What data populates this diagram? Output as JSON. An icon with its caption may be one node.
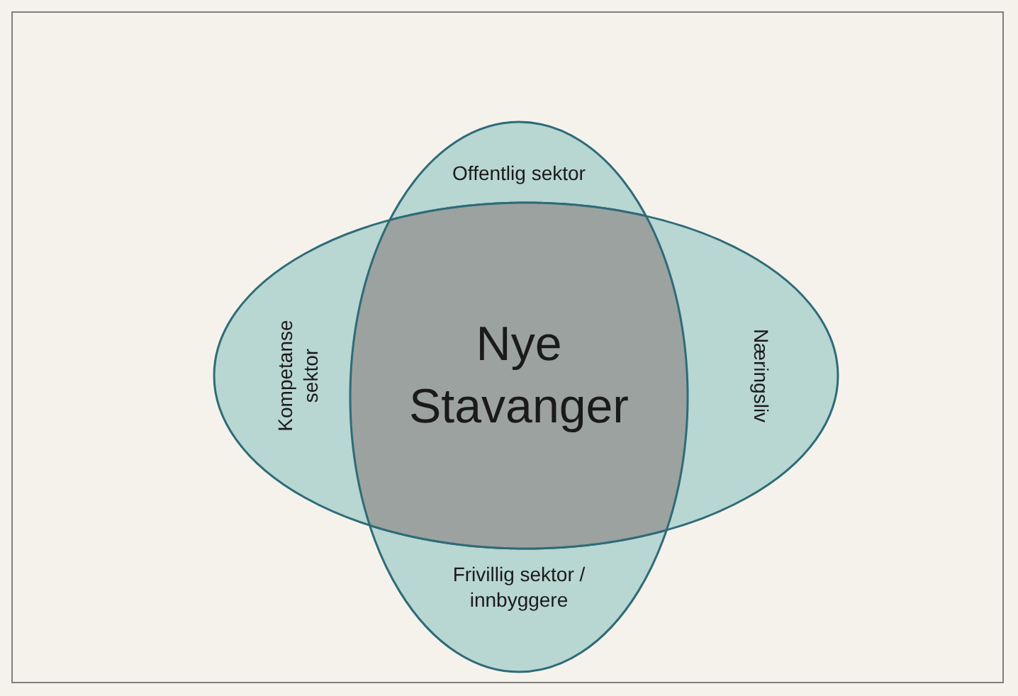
{
  "diagram": {
    "nodes": [
      {
        "text": [
          "Offentlig sektor",
          "Frivillig sektor / innbyggere"
        ]
      },
      {
        "text": [
          "Kompetanse sektor",
          "Næringsliv"
        ]
      },
      {
        "text": [
          "Nye Stavanger"
        ]
      }
    ],
    "edges": []
  }
}
